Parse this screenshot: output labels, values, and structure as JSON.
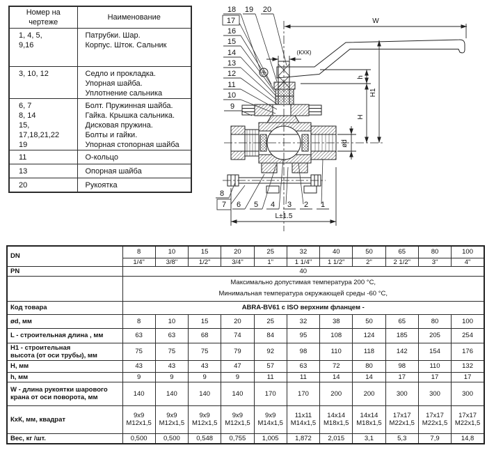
{
  "parts_table": {
    "col1_header": "Номер на\nчертеже",
    "col2_header": "Наименование",
    "rows": [
      {
        "num": "1, 4, 5,\n9,16",
        "name": "Патрубки. Шар.\nКорпус. Шток. Сальник"
      },
      {
        "num": "3, 10, 12",
        "name": "Седло и прокладка.\nУпорная шайба.\nУплотнение сальника"
      },
      {
        "num": "6, 7\n8, 14\n15,\n17,18,21,22\n19",
        "name": "Болт. Пружинная шайба.\nГайка. Крышка сальника.\nДисковая пружина.\nБолты и гайки.\nУпорная стопорная шайба"
      },
      {
        "num": "11",
        "name": "О-кольцо"
      },
      {
        "num": "13",
        "name": "Опорная шайба"
      },
      {
        "num": "20",
        "name": "Рукоятка"
      }
    ]
  },
  "drawing": {
    "callouts": [
      "18",
      "19",
      "20",
      "17",
      "16",
      "15",
      "14",
      "13",
      "12",
      "11",
      "10",
      "9",
      "8",
      "7",
      "6",
      "5",
      "4",
      "3",
      "2",
      "1"
    ],
    "dims": {
      "w": "W",
      "kxk": "(КХК)",
      "h": "h",
      "h1": "H1",
      "big_h": "H",
      "od": "ød",
      "l": "L±1.5"
    }
  },
  "spec_table": {
    "dn_label": "DN",
    "dn_mm": [
      "8",
      "10",
      "15",
      "20",
      "25",
      "32",
      "40",
      "50",
      "65",
      "80",
      "100"
    ],
    "dn_inch": [
      "1/4\"",
      "3/8\"",
      "1/2\"",
      "3/4\"",
      "1\"",
      "1 1/4\"",
      "1 1/2\"",
      "2\"",
      "2 1/2\"",
      "3\"",
      "4\""
    ],
    "pn_label": "PN",
    "pn_value": "40",
    "temp_line1": "Максимально допустимая температура 200 °С,",
    "temp_line2": "Минимальная температура окружающей среды -60 °С,",
    "code_label": "Код товара",
    "code_value": "ABRA-BV61 с ISO верхним фланцем -",
    "rows": [
      {
        "label": "ød, мм",
        "values": [
          "8",
          "10",
          "15",
          "20",
          "25",
          "32",
          "38",
          "50",
          "65",
          "80",
          "100"
        ]
      },
      {
        "label": "L - строительная длина , мм",
        "values": [
          "63",
          "63",
          "68",
          "74",
          "84",
          "95",
          "108",
          "124",
          "185",
          "205",
          "254"
        ]
      },
      {
        "label": "H1 - строительная\nвысота (от оси трубы), мм",
        "values": [
          "75",
          "75",
          "75",
          "79",
          "92",
          "98",
          "110",
          "118",
          "142",
          "154",
          "176"
        ]
      },
      {
        "label": "H, мм",
        "values": [
          "43",
          "43",
          "43",
          "47",
          "57",
          "63",
          "72",
          "80",
          "98",
          "110",
          "132"
        ]
      },
      {
        "label": "h, мм",
        "values": [
          "9",
          "9",
          "9",
          "9",
          "11",
          "11",
          "14",
          "14",
          "17",
          "17",
          "17"
        ]
      },
      {
        "label": "W - длина рукоятки шарового\nкрана от оси поворота, мм",
        "values": [
          "140",
          "140",
          "140",
          "140",
          "170",
          "170",
          "200",
          "200",
          "300",
          "300",
          "300"
        ]
      },
      {
        "label": "КхК, мм, квадрат",
        "values": [
          "9x9\nM12x1,5",
          "9x9\nM12x1,5",
          "9x9\nM12x1,5",
          "9x9\nM12x1,5",
          "9x9\nM14x1,5",
          "11x11\nM14x1,5",
          "14x14\nM18x1,5",
          "14x14\nM18x1,5",
          "17x17\nM22x1,5",
          "17x17\nM22x1,5",
          "17x17\nM22x1,5"
        ]
      },
      {
        "label": "Вес, кг /шт.",
        "values": [
          "0,500",
          "0,500",
          "0,548",
          "0,755",
          "1,005",
          "1,872",
          "2,015",
          "3,1",
          "5,3",
          "7,9",
          "14,8"
        ]
      }
    ]
  }
}
